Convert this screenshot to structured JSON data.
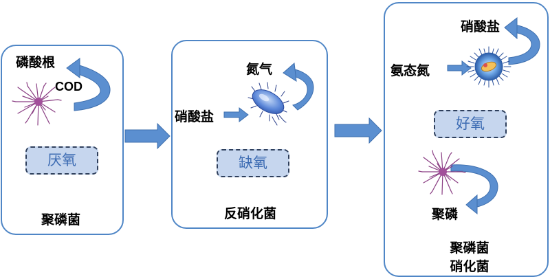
{
  "panels": [
    {
      "condition": "厌氧",
      "organism": "聚磷菌",
      "labels": {
        "phosphate": "磷酸根",
        "cod": "COD"
      }
    },
    {
      "condition": "缺氧",
      "organism": "反硝化菌",
      "labels": {
        "nitrogen_gas": "氮气",
        "nitrate": "硝酸盐"
      }
    },
    {
      "condition": "好氧",
      "organism_line1": "聚磷菌",
      "organism_line2": "硝化菌",
      "labels": {
        "nitrate": "硝酸盐",
        "ammonia": "氨态氮",
        "poly_p": "聚磷"
      }
    }
  ],
  "colors": {
    "panel_border": "#4f86c6",
    "arrow_fill": "#5b8fd0",
    "badge_fill": "#c6d6ee",
    "badge_text": "#3d6cb3"
  }
}
